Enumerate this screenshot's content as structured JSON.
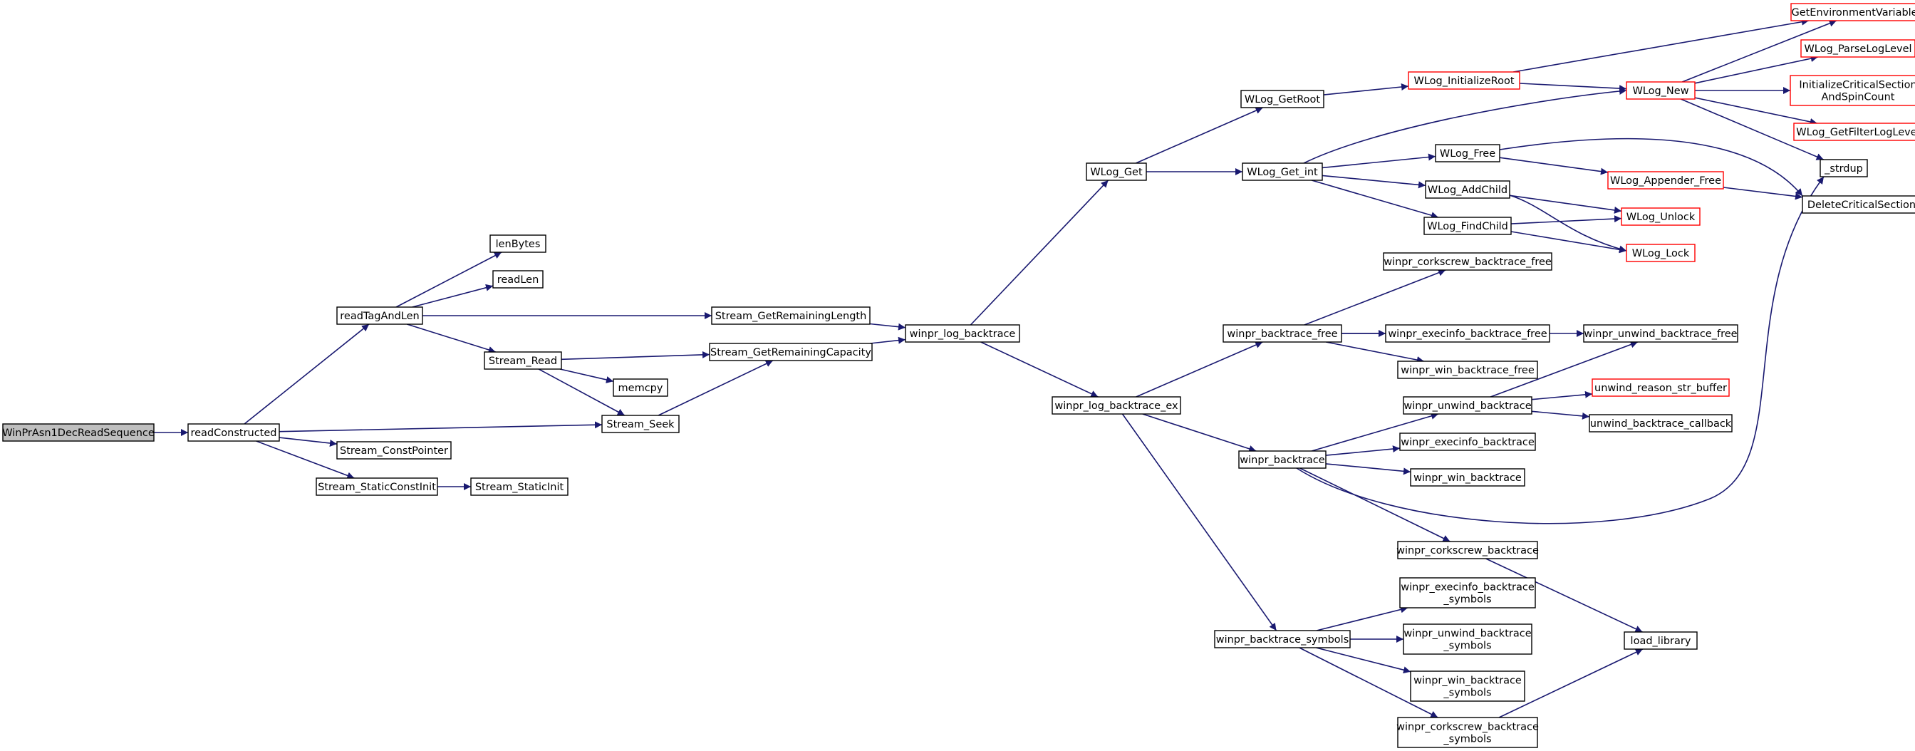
{
  "diagram": {
    "type": "call-graph",
    "colors": {
      "edge": "#191970",
      "node_border": "#000000",
      "node_border_truncated": "#ff0000",
      "root_fill": "#bfbfbf",
      "node_fill": "#ffffff"
    },
    "nodes": [
      {
        "id": "root",
        "label": [
          "WinPrAsn1DecReadSequence"
        ],
        "style": "root"
      },
      {
        "id": "readConstructed",
        "label": [
          "readConstructed"
        ],
        "style": "normal"
      },
      {
        "id": "readTagAndLen",
        "label": [
          "readTagAndLen"
        ],
        "style": "normal"
      },
      {
        "id": "Stream_ConstPointer",
        "label": [
          "Stream_ConstPointer"
        ],
        "style": "normal"
      },
      {
        "id": "Stream_StaticConstInit",
        "label": [
          "Stream_StaticConstInit"
        ],
        "style": "normal"
      },
      {
        "id": "Stream_StaticInit",
        "label": [
          "Stream_StaticInit"
        ],
        "style": "normal"
      },
      {
        "id": "lenBytes",
        "label": [
          "lenBytes"
        ],
        "style": "normal"
      },
      {
        "id": "readLen",
        "label": [
          "readLen"
        ],
        "style": "normal"
      },
      {
        "id": "Stream_Read",
        "label": [
          "Stream_Read"
        ],
        "style": "normal"
      },
      {
        "id": "memcpy",
        "label": [
          "memcpy"
        ],
        "style": "normal"
      },
      {
        "id": "Stream_Seek",
        "label": [
          "Stream_Seek"
        ],
        "style": "normal"
      },
      {
        "id": "Stream_GetRemainingLength",
        "label": [
          "Stream_GetRemainingLength"
        ],
        "style": "normal"
      },
      {
        "id": "Stream_GetRemainingCapacity",
        "label": [
          "Stream_GetRemainingCapacity"
        ],
        "style": "normal"
      },
      {
        "id": "winpr_log_backtrace",
        "label": [
          "winpr_log_backtrace"
        ],
        "style": "normal"
      },
      {
        "id": "WLog_Get",
        "label": [
          "WLog_Get"
        ],
        "style": "normal"
      },
      {
        "id": "winpr_log_backtrace_ex",
        "label": [
          "winpr_log_backtrace_ex"
        ],
        "style": "normal"
      },
      {
        "id": "WLog_GetRoot",
        "label": [
          "WLog_GetRoot"
        ],
        "style": "normal"
      },
      {
        "id": "WLog_Get_int",
        "label": [
          "WLog_Get_int"
        ],
        "style": "normal"
      },
      {
        "id": "WLog_InitializeRoot",
        "label": [
          "WLog_InitializeRoot"
        ],
        "style": "truncated"
      },
      {
        "id": "WLog_New",
        "label": [
          "WLog_New"
        ],
        "style": "truncated"
      },
      {
        "id": "GetEnvironmentVariableA",
        "label": [
          "GetEnvironmentVariableA"
        ],
        "style": "truncated"
      },
      {
        "id": "WLog_ParseLogLevel",
        "label": [
          "WLog_ParseLogLevel"
        ],
        "style": "truncated"
      },
      {
        "id": "InitializeCriticalSectionAndSpinCount",
        "label": [
          "InitializeCriticalSection",
          "AndSpinCount"
        ],
        "style": "truncated"
      },
      {
        "id": "WLog_GetFilterLogLevel",
        "label": [
          "WLog_GetFilterLogLevel"
        ],
        "style": "truncated"
      },
      {
        "id": "_strdup",
        "label": [
          "_strdup"
        ],
        "style": "normal"
      },
      {
        "id": "DeleteCriticalSection",
        "label": [
          "DeleteCriticalSection"
        ],
        "style": "normal"
      },
      {
        "id": "WLog_Free",
        "label": [
          "WLog_Free"
        ],
        "style": "normal"
      },
      {
        "id": "WLog_Appender_Free",
        "label": [
          "WLog_Appender_Free"
        ],
        "style": "truncated"
      },
      {
        "id": "WLog_AddChild",
        "label": [
          "WLog_AddChild"
        ],
        "style": "normal"
      },
      {
        "id": "WLog_FindChild",
        "label": [
          "WLog_FindChild"
        ],
        "style": "normal"
      },
      {
        "id": "WLog_Unlock",
        "label": [
          "WLog_Unlock"
        ],
        "style": "truncated"
      },
      {
        "id": "WLog_Lock",
        "label": [
          "WLog_Lock"
        ],
        "style": "truncated"
      },
      {
        "id": "winpr_backtrace_free",
        "label": [
          "winpr_backtrace_free"
        ],
        "style": "normal"
      },
      {
        "id": "winpr_corkscrew_backtrace_free",
        "label": [
          "winpr_corkscrew_backtrace_free"
        ],
        "style": "normal"
      },
      {
        "id": "winpr_execinfo_backtrace_free",
        "label": [
          "winpr_execinfo_backtrace_free"
        ],
        "style": "normal"
      },
      {
        "id": "winpr_win_backtrace_free",
        "label": [
          "winpr_win_backtrace_free"
        ],
        "style": "normal"
      },
      {
        "id": "winpr_unwind_backtrace_free",
        "label": [
          "winpr_unwind_backtrace_free"
        ],
        "style": "normal"
      },
      {
        "id": "winpr_backtrace",
        "label": [
          "winpr_backtrace"
        ],
        "style": "normal"
      },
      {
        "id": "winpr_unwind_backtrace",
        "label": [
          "winpr_unwind_backtrace"
        ],
        "style": "normal"
      },
      {
        "id": "unwind_reason_str_buffer",
        "label": [
          "unwind_reason_str_buffer"
        ],
        "style": "truncated"
      },
      {
        "id": "unwind_backtrace_callback",
        "label": [
          "unwind_backtrace_callback"
        ],
        "style": "normal"
      },
      {
        "id": "winpr_execinfo_backtrace",
        "label": [
          "winpr_execinfo_backtrace"
        ],
        "style": "normal"
      },
      {
        "id": "winpr_win_backtrace",
        "label": [
          "winpr_win_backtrace"
        ],
        "style": "normal"
      },
      {
        "id": "winpr_corkscrew_backtrace",
        "label": [
          "winpr_corkscrew_backtrace"
        ],
        "style": "normal"
      },
      {
        "id": "winpr_backtrace_symbols",
        "label": [
          "winpr_backtrace_symbols"
        ],
        "style": "normal"
      },
      {
        "id": "winpr_execinfo_backtrace_symbols",
        "label": [
          "winpr_execinfo_backtrace",
          "_symbols"
        ],
        "style": "normal"
      },
      {
        "id": "winpr_unwind_backtrace_symbols",
        "label": [
          "winpr_unwind_backtrace",
          "_symbols"
        ],
        "style": "normal"
      },
      {
        "id": "winpr_win_backtrace_symbols",
        "label": [
          "winpr_win_backtrace",
          "_symbols"
        ],
        "style": "normal"
      },
      {
        "id": "winpr_corkscrew_backtrace_symbols",
        "label": [
          "winpr_corkscrew_backtrace",
          "_symbols"
        ],
        "style": "normal"
      },
      {
        "id": "load_library",
        "label": [
          "load_library"
        ],
        "style": "normal"
      }
    ],
    "edges": [
      [
        "root",
        "readConstructed"
      ],
      [
        "readConstructed",
        "readTagAndLen"
      ],
      [
        "readConstructed",
        "Stream_Seek"
      ],
      [
        "readConstructed",
        "Stream_ConstPointer"
      ],
      [
        "readConstructed",
        "Stream_StaticConstInit"
      ],
      [
        "Stream_StaticConstInit",
        "Stream_StaticInit"
      ],
      [
        "readTagAndLen",
        "lenBytes"
      ],
      [
        "readTagAndLen",
        "readLen"
      ],
      [
        "readTagAndLen",
        "Stream_GetRemainingLength"
      ],
      [
        "readTagAndLen",
        "Stream_Read"
      ],
      [
        "Stream_Read",
        "Stream_GetRemainingCapacity"
      ],
      [
        "Stream_Read",
        "memcpy"
      ],
      [
        "Stream_Read",
        "Stream_Seek"
      ],
      [
        "Stream_Seek",
        "Stream_GetRemainingCapacity"
      ],
      [
        "Stream_GetRemainingLength",
        "winpr_log_backtrace"
      ],
      [
        "Stream_GetRemainingCapacity",
        "winpr_log_backtrace"
      ],
      [
        "winpr_log_backtrace",
        "WLog_Get"
      ],
      [
        "winpr_log_backtrace",
        "winpr_log_backtrace_ex"
      ],
      [
        "WLog_Get",
        "WLog_GetRoot"
      ],
      [
        "WLog_Get",
        "WLog_Get_int"
      ],
      [
        "WLog_GetRoot",
        "WLog_InitializeRoot"
      ],
      [
        "WLog_InitializeRoot",
        "GetEnvironmentVariableA"
      ],
      [
        "WLog_InitializeRoot",
        "WLog_New"
      ],
      [
        "WLog_New",
        "GetEnvironmentVariableA"
      ],
      [
        "WLog_New",
        "WLog_ParseLogLevel"
      ],
      [
        "WLog_New",
        "InitializeCriticalSectionAndSpinCount"
      ],
      [
        "WLog_New",
        "WLog_GetFilterLogLevel"
      ],
      [
        "WLog_New",
        "_strdup"
      ],
      [
        "WLog_Get_int",
        "WLog_New"
      ],
      [
        "WLog_Get_int",
        "WLog_Free"
      ],
      [
        "WLog_Get_int",
        "WLog_AddChild"
      ],
      [
        "WLog_Get_int",
        "WLog_FindChild"
      ],
      [
        "WLog_Free",
        "DeleteCriticalSection"
      ],
      [
        "WLog_Free",
        "WLog_Appender_Free"
      ],
      [
        "WLog_Appender_Free",
        "DeleteCriticalSection"
      ],
      [
        "WLog_AddChild",
        "WLog_Unlock"
      ],
      [
        "WLog_AddChild",
        "WLog_Lock"
      ],
      [
        "WLog_FindChild",
        "WLog_Unlock"
      ],
      [
        "WLog_FindChild",
        "WLog_Lock"
      ],
      [
        "winpr_log_backtrace_ex",
        "winpr_backtrace_free"
      ],
      [
        "winpr_log_backtrace_ex",
        "winpr_backtrace"
      ],
      [
        "winpr_log_backtrace_ex",
        "winpr_backtrace_symbols"
      ],
      [
        "winpr_backtrace_free",
        "winpr_corkscrew_backtrace_free"
      ],
      [
        "winpr_backtrace_free",
        "winpr_unwind_backtrace_free"
      ],
      [
        "winpr_backtrace_free",
        "winpr_execinfo_backtrace_free"
      ],
      [
        "winpr_backtrace_free",
        "winpr_win_backtrace_free"
      ],
      [
        "winpr_backtrace",
        "winpr_unwind_backtrace"
      ],
      [
        "winpr_backtrace",
        "winpr_execinfo_backtrace"
      ],
      [
        "winpr_backtrace",
        "winpr_win_backtrace"
      ],
      [
        "winpr_backtrace",
        "winpr_corkscrew_backtrace"
      ],
      [
        "winpr_backtrace",
        "_strdup"
      ],
      [
        "winpr_unwind_backtrace",
        "winpr_unwind_backtrace_free"
      ],
      [
        "winpr_unwind_backtrace",
        "unwind_reason_str_buffer"
      ],
      [
        "winpr_unwind_backtrace",
        "unwind_backtrace_callback"
      ],
      [
        "winpr_corkscrew_backtrace",
        "load_library"
      ],
      [
        "winpr_backtrace_symbols",
        "winpr_execinfo_backtrace_symbols"
      ],
      [
        "winpr_backtrace_symbols",
        "winpr_unwind_backtrace_symbols"
      ],
      [
        "winpr_backtrace_symbols",
        "winpr_win_backtrace_symbols"
      ],
      [
        "winpr_backtrace_symbols",
        "winpr_corkscrew_backtrace_symbols"
      ],
      [
        "winpr_corkscrew_backtrace_symbols",
        "load_library"
      ]
    ]
  }
}
